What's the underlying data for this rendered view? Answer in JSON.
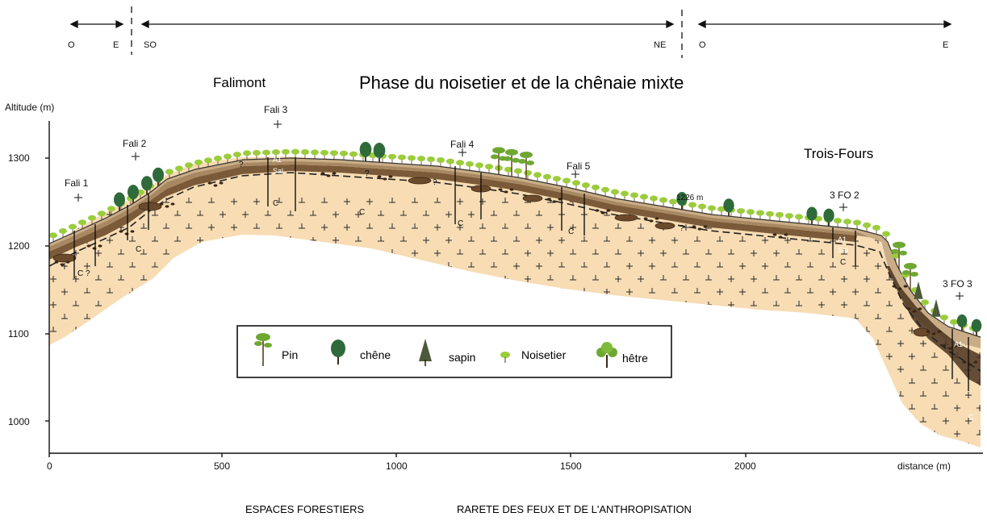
{
  "orientation": {
    "left": [
      "O",
      "E"
    ],
    "middle": [
      "SO",
      "NE"
    ],
    "right": [
      "O",
      "E"
    ]
  },
  "titles": {
    "place_left": "Falimont",
    "main": "Phase du noisetier et de la chênaie mixte",
    "place_right": "Trois-Fours"
  },
  "axes": {
    "y_label": "Altitude (m)",
    "x_label": "distance (m)",
    "y_ticks": [
      "1000",
      "1100",
      "1200",
      "1300"
    ],
    "x_ticks": [
      "0",
      "500",
      "1000",
      "1500",
      "2000"
    ]
  },
  "sites": {
    "fali1": "Fali 1",
    "fali2": "Fali 2",
    "fali3": "Fali 3",
    "fali4": "Fali 4",
    "fali5": "Fali 5",
    "fo2": "3 FO 2",
    "fo3": "3 FO 3",
    "altitude_mark": "1226 m"
  },
  "horizons": {
    "a1": "A1",
    "sal": "Sal",
    "c": "C",
    "c_uncertain": "C ?",
    "uncertain": "?"
  },
  "legend": {
    "pin": "Pin",
    "chene": "chêne",
    "sapin": "sapin",
    "noisetier": "Noisetier",
    "hetre": "hêtre"
  },
  "footer": {
    "left": "ESPACES FORESTIERS",
    "right": "RARETE DES FEUX ET DE L'ANTHROPISATION"
  },
  "colors": {
    "substrate": "#f7dcb4",
    "soil_dark": "#7a5a38",
    "soil_mid": "#a88862",
    "soil_top": "#c9ad86",
    "hazel_green": "#9bcc3c",
    "oak_green": "#2f6a3a"
  }
}
